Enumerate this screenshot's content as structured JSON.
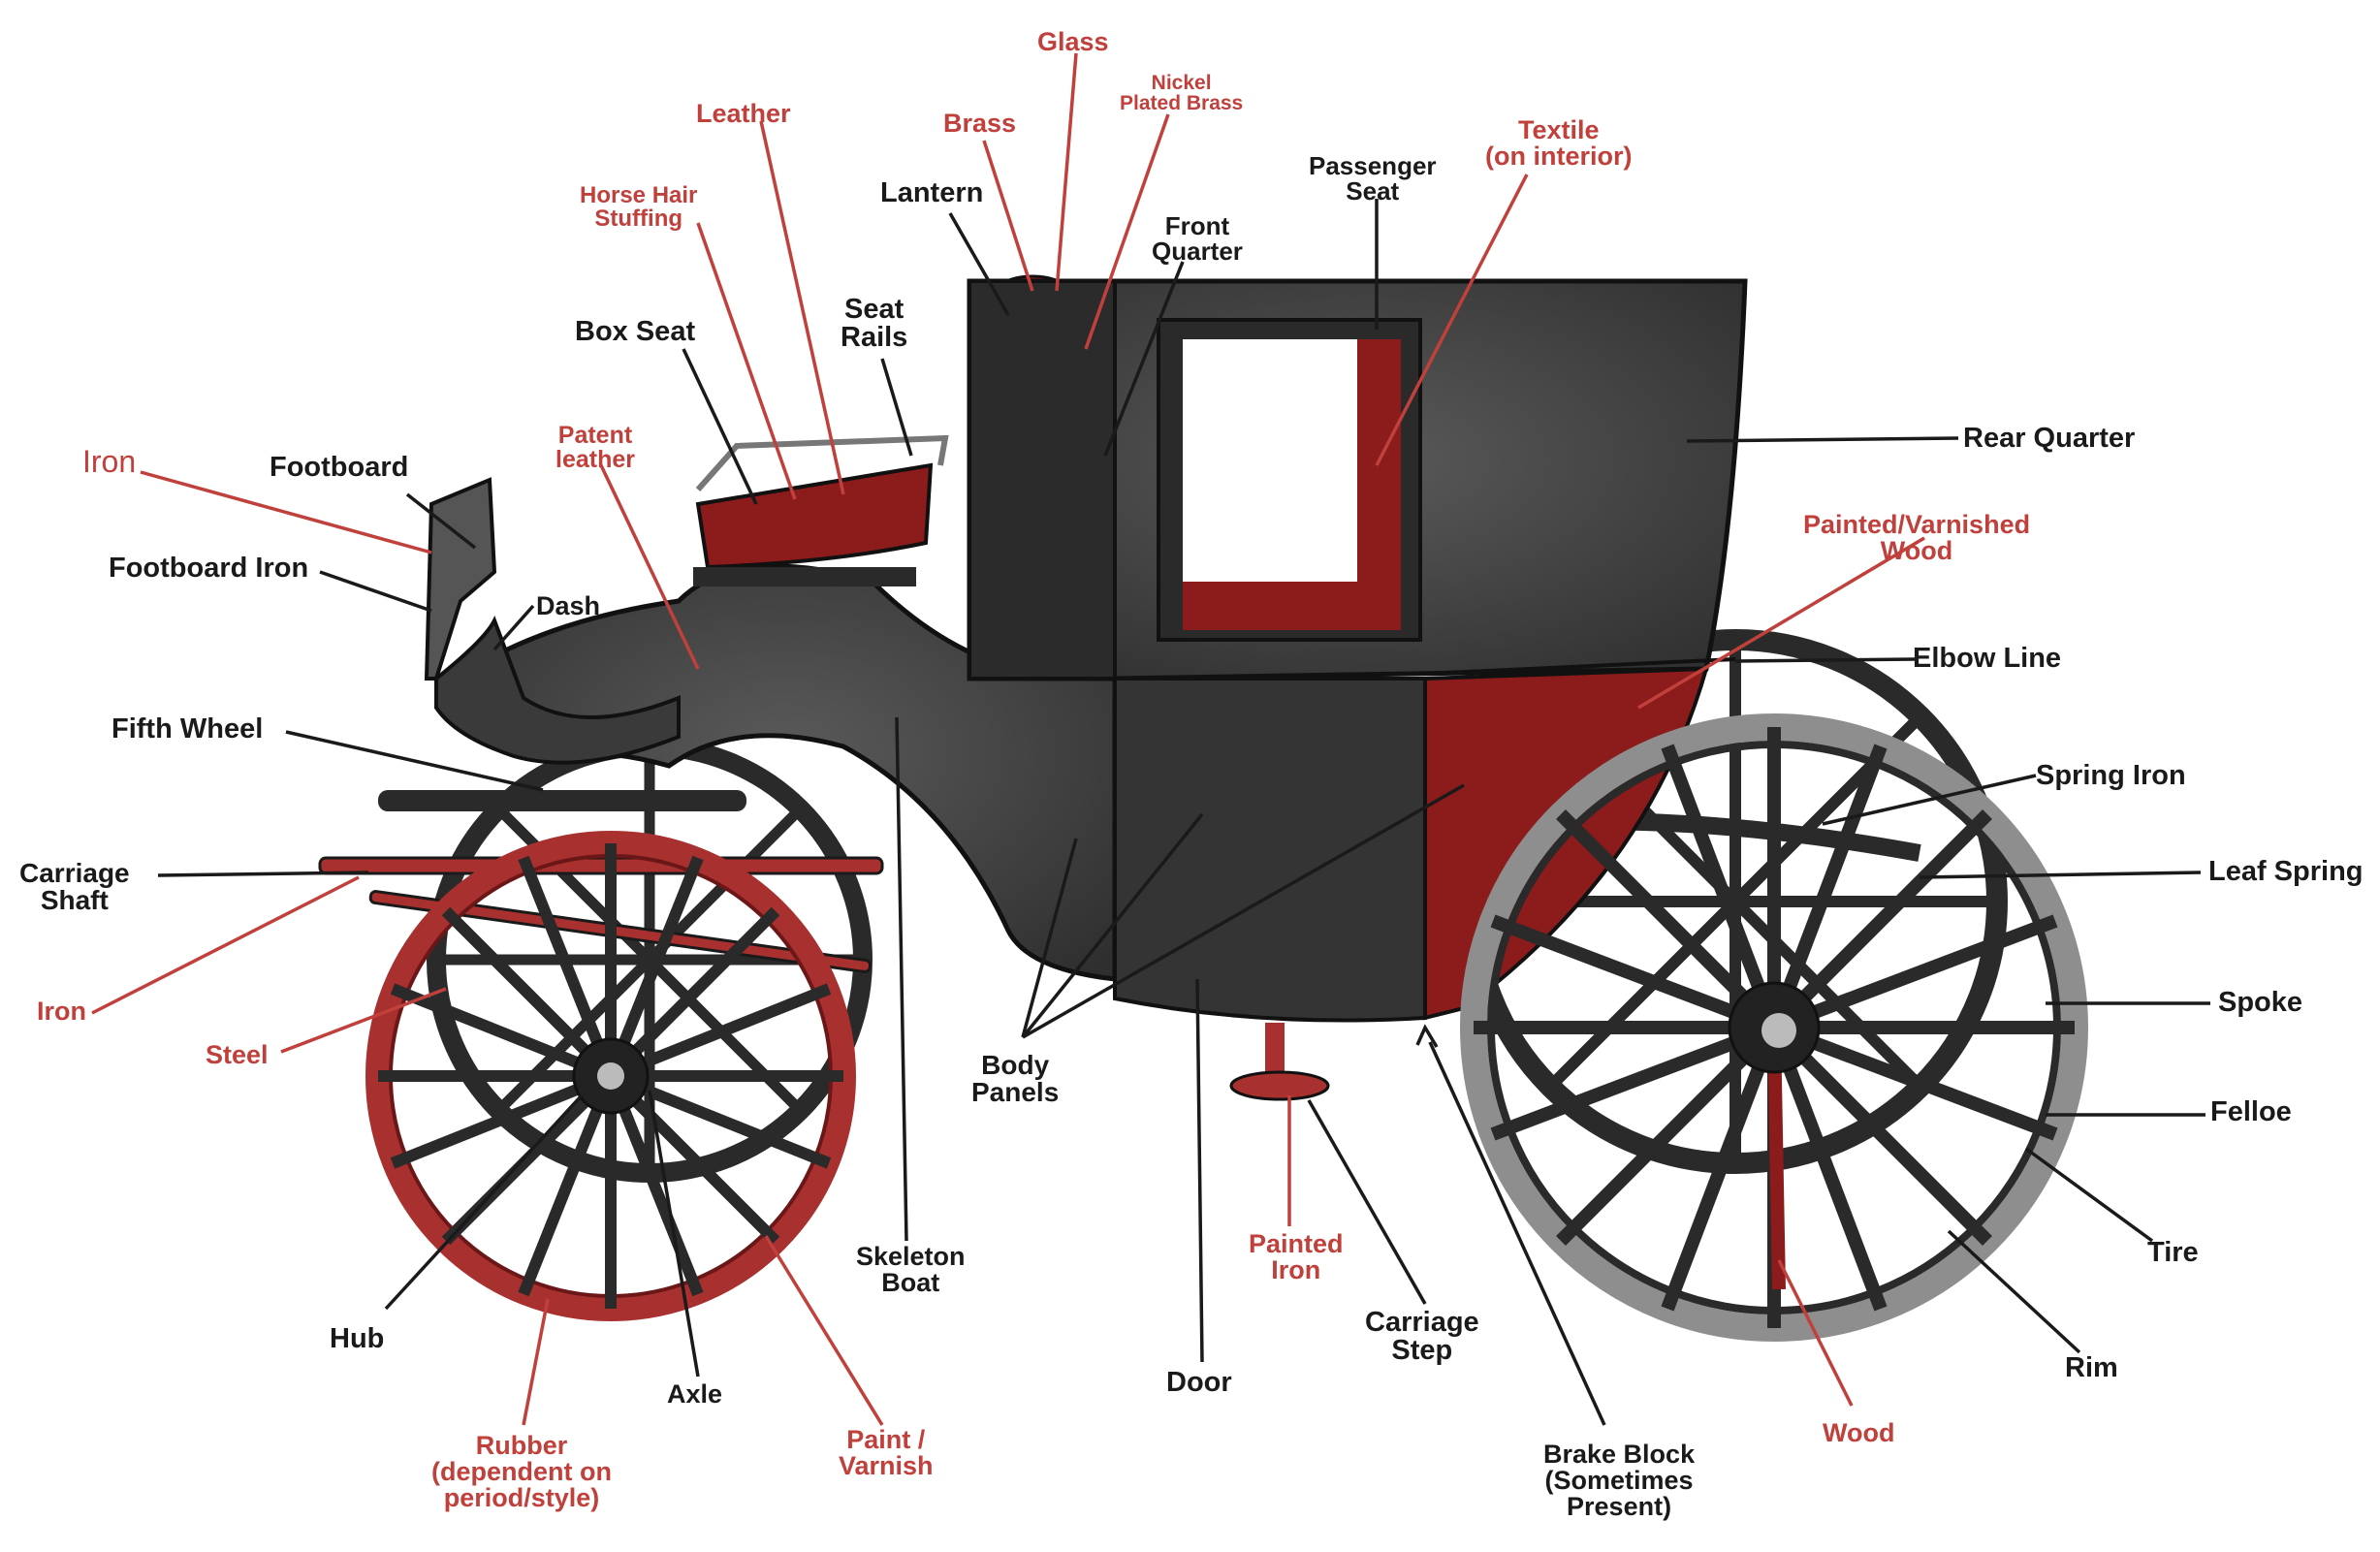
{
  "colors": {
    "body": "#3d3d3d",
    "body_dark": "#252525",
    "accent_red": "#8c1c1c",
    "wheel_red": "#a8302f",
    "glass_pink": "#f07a86",
    "label_red": "#c0403c",
    "label_black": "#1a1a1a",
    "tire_grey": "#8e8e8e"
  },
  "labels": {
    "glass": "Glass",
    "nickel_plated_brass": "Nickel\nPlated Brass",
    "leather": "Leather",
    "brass": "Brass",
    "horse_hair_stuffing": "Horse Hair\nStuffing",
    "lantern": "Lantern",
    "passenger_seat": "Passenger\nSeat",
    "textile": "Textile\n(on interior)",
    "front_quarter": "Front\nQuarter",
    "box_seat": "Box Seat",
    "seat_rails": "Seat\nRails",
    "iron_top": "Iron",
    "footboard": "Footboard",
    "patent_leather": "Patent\nleather",
    "rear_quarter": "Rear Quarter",
    "footboard_iron": "Footboard Iron",
    "dash": "Dash",
    "painted_varnished_wood": "Painted/Varnished\nWood",
    "elbow_line": "Elbow Line",
    "fifth_wheel": "Fifth Wheel",
    "spring_iron": "Spring Iron",
    "carriage_shaft": "Carriage\nShaft",
    "leaf_spring": "Leaf Spring",
    "iron_left": "Iron",
    "spoke": "Spoke",
    "steel": "Steel",
    "body_panels": "Body\nPanels",
    "felloe": "Felloe",
    "painted_iron": "Painted\nIron",
    "skeleton_boat": "Skeleton\nBoat",
    "tire": "Tire",
    "carriage_step": "Carriage\nStep",
    "hub": "Hub",
    "rim": "Rim",
    "door": "Door",
    "axle": "Axle",
    "paint_varnish": "Paint /\nVarnish",
    "wood": "Wood",
    "rubber": "Rubber\n(dependent on\nperiod/style)",
    "brake_block": "Brake Block\n(Sometimes\nPresent)"
  }
}
